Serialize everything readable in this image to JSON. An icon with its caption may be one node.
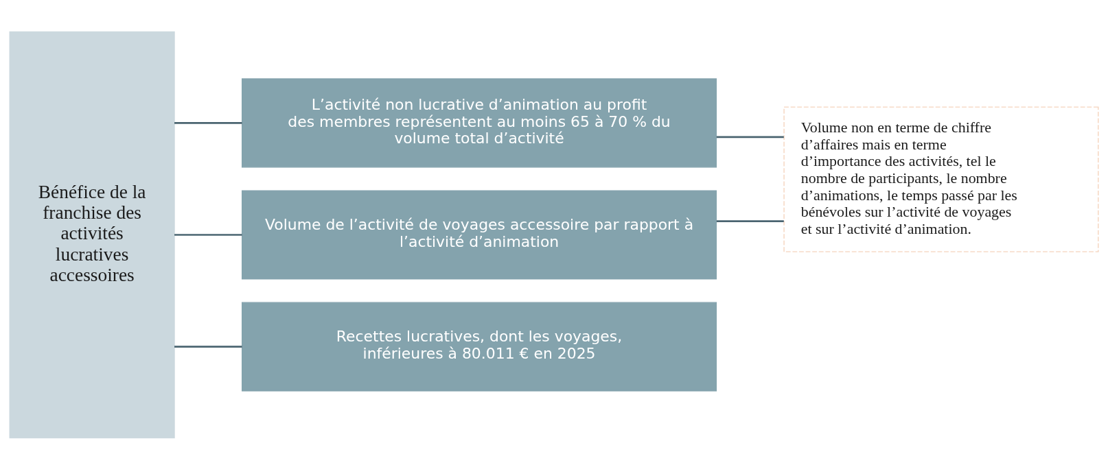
{
  "diagram": {
    "nodes": [
      {
        "text": [
          "Bénéfice de la franchise des activités lucratives accessoires"
        ]
      },
      {
        "text": [
          "L’activité non lucrative d’animation au profit des membres représentent au moins 65 à 70 % du volume total d’activité"
        ]
      },
      {
        "text": [
          "Volume de l’activité de voyages accessoire par rapport à l’activité d’animation"
        ]
      },
      {
        "text": [
          "Recettes lucratives, dont les voyages, inférieures à 80.011 € en 2025"
        ]
      },
      {
        "text": [
          "Volume non en terme de chiffre d’affaires mais en terme d’importance des activités, tel le nombre de participants, le nombre d’animations, le temps passé par les bénévoles sur l’activité de voyages et sur l’activité d’animation."
        ]
      }
    ],
    "edges": [
      {
        "from": 0,
        "to": 1,
        "arrow": "none"
      },
      {
        "from": 0,
        "to": 2,
        "arrow": "none"
      },
      {
        "from": 0,
        "to": 3,
        "arrow": "none"
      },
      {
        "from": 1,
        "to": 4,
        "arrow": "none"
      },
      {
        "from": 2,
        "to": 4,
        "arrow": "none"
      }
    ]
  }
}
